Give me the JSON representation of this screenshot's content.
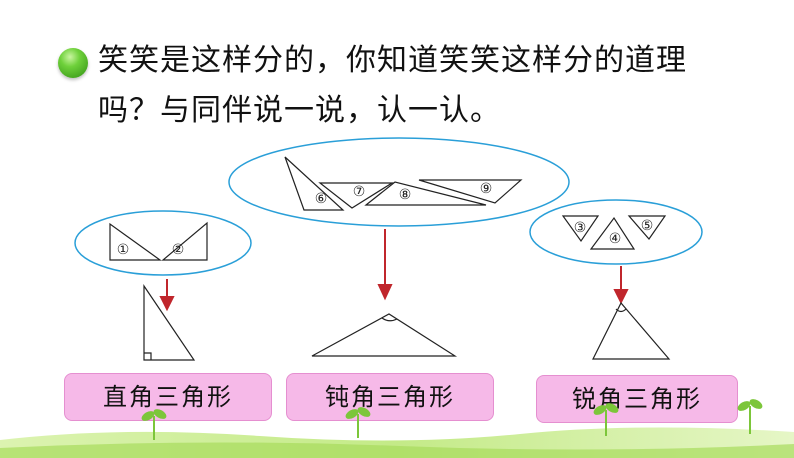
{
  "question": {
    "line1": "笑笑是这样分的，你知道笑笑这样分的道理",
    "line2": "吗？与同伴说一说，认一认。"
  },
  "groups": {
    "right": {
      "numbers": [
        "①",
        "②"
      ],
      "label": "直角三角形"
    },
    "obtuse": {
      "numbers": [
        "⑥",
        "⑦",
        "⑧",
        "⑨"
      ],
      "label": "钝角三角形"
    },
    "acute": {
      "numbers": [
        "③",
        "④",
        "⑤"
      ],
      "label": "锐角三角形"
    }
  },
  "colors": {
    "ellipse": "#2a9fd8",
    "arrow": "#c0262c",
    "label_bg": "#f6b9e8",
    "bullet": "#4caf1f"
  }
}
